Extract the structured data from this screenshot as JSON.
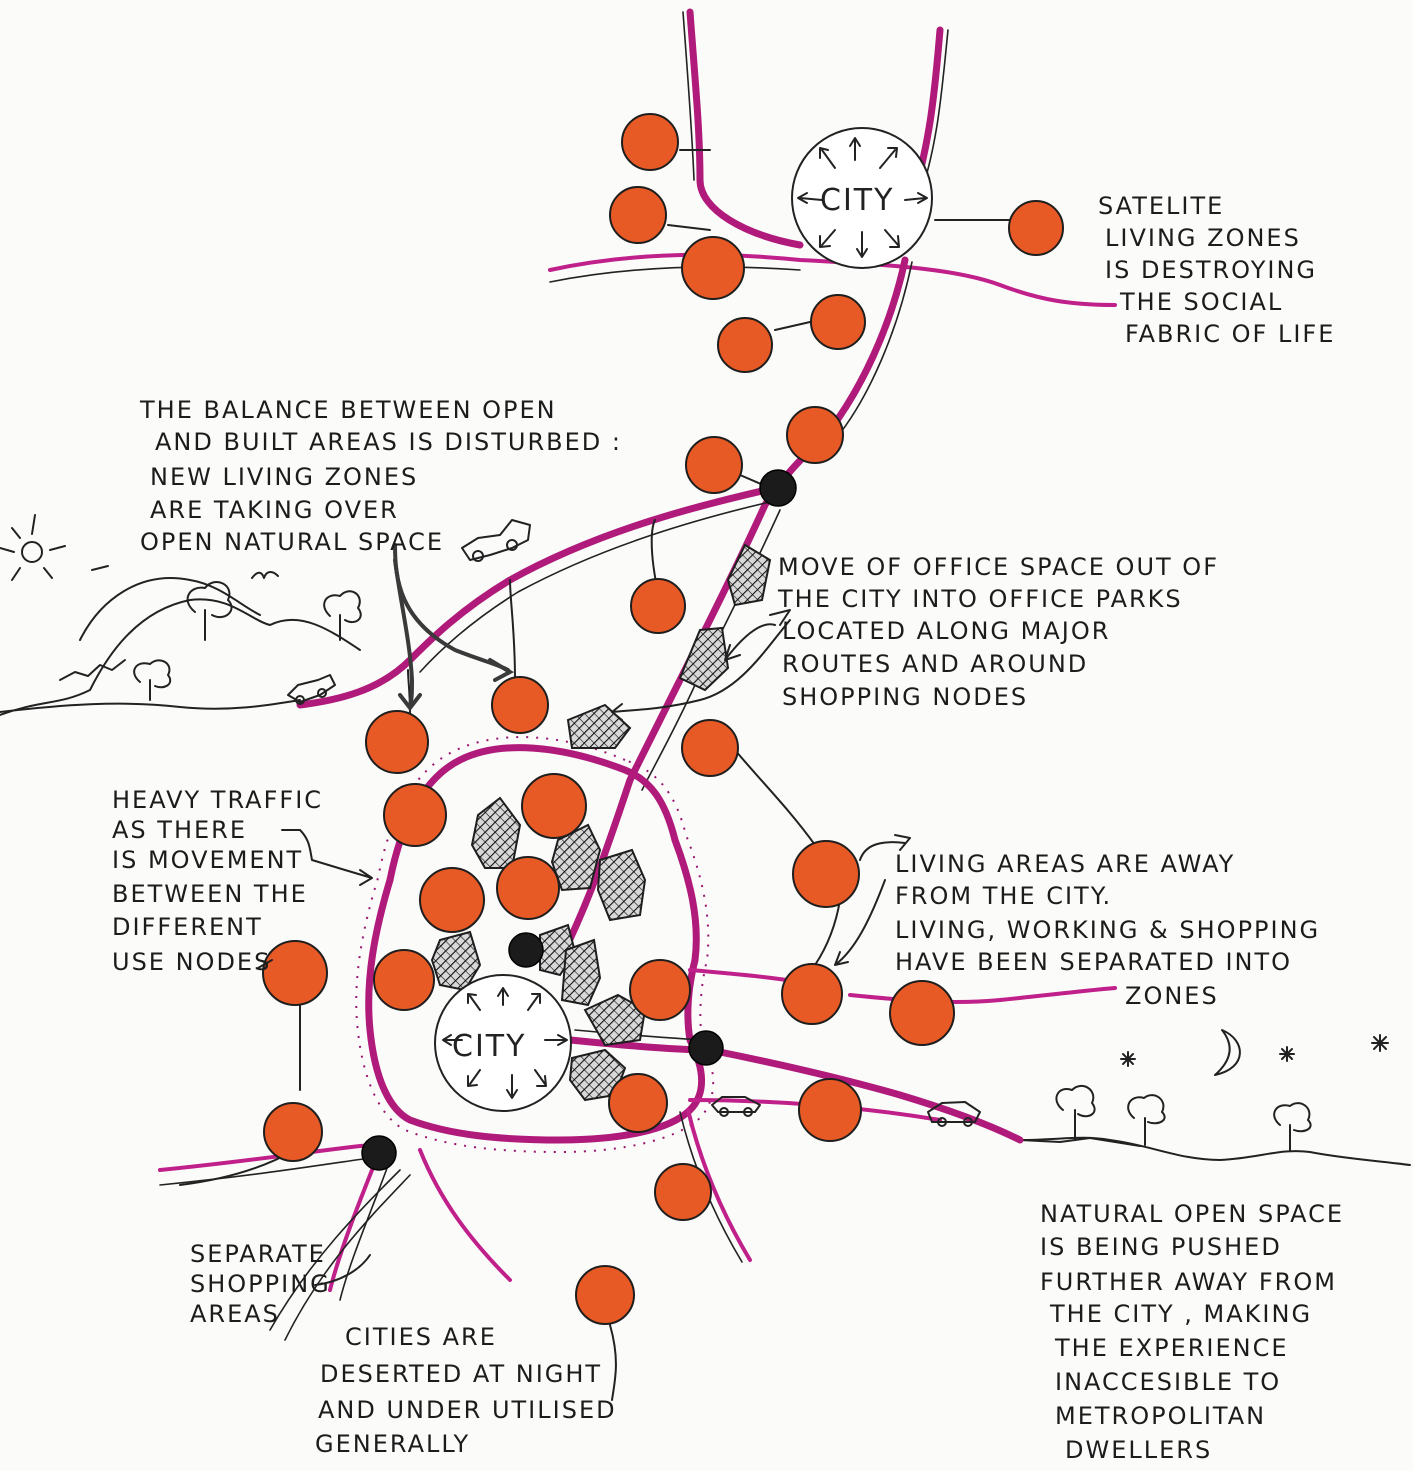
{
  "diagram": {
    "cities": [
      {
        "id": "north-city",
        "label": "CITY"
      },
      {
        "id": "south-city",
        "label": "CITY"
      }
    ],
    "annotations": {
      "satellite": [
        "SATELITE",
        "LIVING ZONES",
        "IS DESTROYING",
        "THE SOCIAL",
        "FABRIC OF LIFE"
      ],
      "balance": [
        "THE BALANCE BETWEEN OPEN",
        "AND BUILT AREAS IS DISTURBED :",
        "NEW LIVING ZONES",
        "ARE TAKING OVER",
        "OPEN NATURAL SPACE"
      ],
      "office": [
        "MOVE OF OFFICE SPACE OUT OF",
        "THE CITY INTO OFFICE PARKS",
        "LOCATED ALONG MAJOR",
        "ROUTES AND AROUND",
        "SHOPPING NODES"
      ],
      "traffic": [
        "HEAVY TRAFFIC",
        "AS THERE",
        "IS MOVEMENT",
        "BETWEEN THE",
        "DIFFERENT",
        "USE NODES"
      ],
      "living": [
        "LIVING AREAS ARE AWAY",
        "FROM THE CITY.",
        "LIVING, WORKING & SHOPPING",
        "HAVE BEEN SEPARATED INTO",
        "ZONES"
      ],
      "shopping": [
        "SEPARATE",
        "SHOPPING",
        "AREAS"
      ],
      "deserted": [
        "CITIES ARE",
        "DESERTED AT NIGHT",
        "AND UNDER UTILISED",
        "GENERALLY"
      ],
      "natural": [
        "NATURAL OPEN SPACE",
        "IS BEING PUSHED",
        "FURTHER AWAY FROM",
        "THE CITY , MAKING",
        "THE EXPERIENCE",
        "INACCESIBLE TO",
        "METROPOLITAN",
        "DWELLERS"
      ]
    },
    "colors": {
      "road": "#b01a7a",
      "living_zone": "#e85a25",
      "ink": "#222222",
      "paper": "#fbfbfa"
    },
    "icons": [
      "sun-icon",
      "moon-icon",
      "star-icon",
      "tree-icon",
      "car-icon",
      "bird-icon"
    ]
  }
}
